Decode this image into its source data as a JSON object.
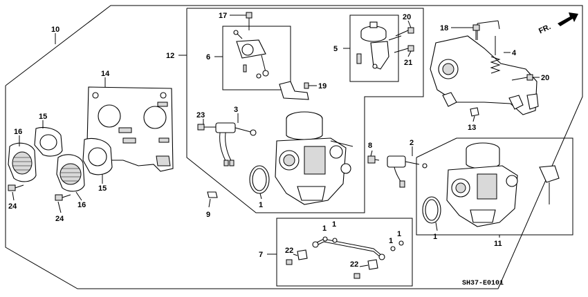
{
  "diagram": {
    "code": "SH37-E0101",
    "direction_label": "FR.",
    "callouts": {
      "c1a": "1",
      "c1b": "1",
      "c2": "2",
      "c3": "3",
      "c4": "4",
      "c5": "5",
      "c6": "6",
      "c7": "7",
      "c8": "8",
      "c9": "9",
      "c10": "10",
      "c11": "11",
      "c12": "12",
      "c13": "13",
      "c14": "14",
      "c15a": "15",
      "c15b": "15",
      "c16a": "16",
      "c16b": "16",
      "c17": "17",
      "c18": "18",
      "c19": "19",
      "c20a": "20",
      "c20b": "20",
      "c21": "21",
      "c22a": "22",
      "c22b": "22",
      "c23": "23",
      "c24a": "24",
      "c24b": "24"
    }
  }
}
